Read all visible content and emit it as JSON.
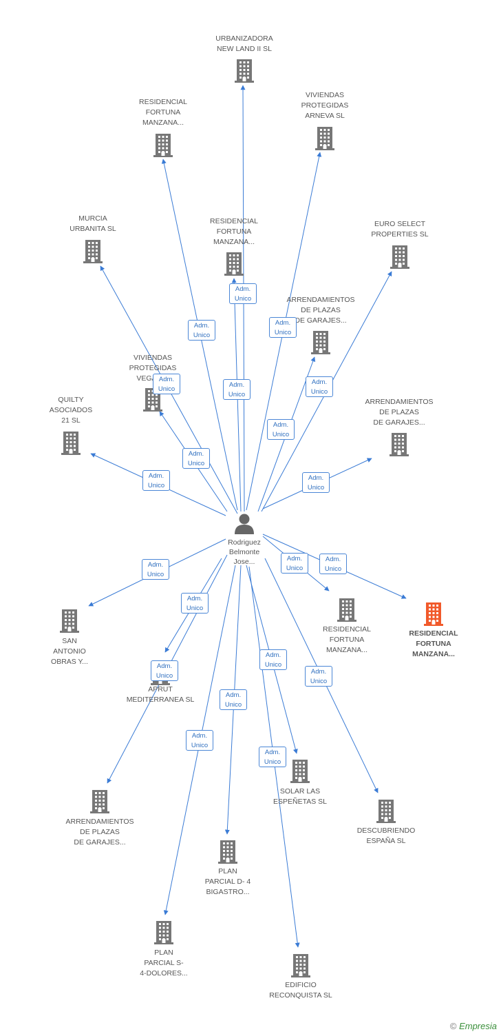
{
  "center": {
    "label_lines": [
      "Rodriguez",
      "Belmonte",
      "Jose..."
    ],
    "icon": "person-icon",
    "color": "#666666"
  },
  "edge_color": "#3a7bd5",
  "badge_text": [
    "Adm.",
    "Unico"
  ],
  "nodes": [
    {
      "id": "n1",
      "lines": [
        "URBANIZADORA",
        "NEW LAND II SL"
      ],
      "icon": "building-icon",
      "highlight": false
    },
    {
      "id": "n2",
      "lines": [
        "RESIDENCIAL",
        "FORTUNA",
        "MANZANA..."
      ],
      "icon": "building-icon",
      "highlight": false
    },
    {
      "id": "n3",
      "lines": [
        "VIVIENDAS",
        "PROTEGIDAS",
        "ARNEVA SL"
      ],
      "icon": "building-icon",
      "highlight": false
    },
    {
      "id": "n4",
      "lines": [
        "MURCIA",
        "URBANITA SL"
      ],
      "icon": "building-icon",
      "highlight": false
    },
    {
      "id": "n5",
      "lines": [
        "RESIDENCIAL",
        "FORTUNA",
        "MANZANA..."
      ],
      "icon": "building-icon",
      "highlight": false
    },
    {
      "id": "n6",
      "lines": [
        "EURO SELECT",
        "PROPERTIES SL"
      ],
      "icon": "building-icon",
      "highlight": false
    },
    {
      "id": "n7",
      "lines": [
        "ARRENDAMIENTOS",
        "DE PLAZAS",
        "DE GARAJES..."
      ],
      "icon": "building-icon",
      "highlight": false
    },
    {
      "id": "n8",
      "lines": [
        "VIVIENDAS",
        "PROTEGIDAS",
        "VEGA B..."
      ],
      "icon": "building-icon",
      "highlight": false
    },
    {
      "id": "n9",
      "lines": [
        "QUILTY",
        "ASOCIADOS",
        "21 SL"
      ],
      "icon": "building-icon",
      "highlight": false
    },
    {
      "id": "n10",
      "lines": [
        "ARRENDAMIENTOS",
        "DE PLAZAS",
        "DE GARAJES..."
      ],
      "icon": "building-icon",
      "highlight": false
    },
    {
      "id": "n11",
      "lines": [
        "SAN",
        "ANTONIO",
        "OBRAS Y..."
      ],
      "icon": "building-icon",
      "highlight": false
    },
    {
      "id": "n12",
      "lines": [
        "RESIDENCIAL",
        "FORTUNA",
        "MANZANA..."
      ],
      "icon": "building-icon",
      "highlight": false
    },
    {
      "id": "n13",
      "lines": [
        "RESIDENCIAL",
        "FORTUNA",
        "MANZANA..."
      ],
      "icon": "building-icon",
      "highlight": true
    },
    {
      "id": "n14",
      "lines": [
        "APRUT",
        "MEDITERRANEA SL"
      ],
      "icon": "building-icon",
      "highlight": false
    },
    {
      "id": "n15",
      "lines": [
        "ARRENDAMIENTOS",
        "DE PLAZAS",
        "DE GARAJES..."
      ],
      "icon": "building-icon",
      "highlight": false
    },
    {
      "id": "n16",
      "lines": [
        "SOLAR LAS",
        "ESPEÑETAS SL"
      ],
      "icon": "building-icon",
      "highlight": false
    },
    {
      "id": "n17",
      "lines": [
        "DESCUBRIENDO",
        "ESPAÑA SL"
      ],
      "icon": "building-icon",
      "highlight": false
    },
    {
      "id": "n18",
      "lines": [
        "PLAN",
        "PARCIAL D- 4",
        "BIGASTRO..."
      ],
      "icon": "building-icon",
      "highlight": false
    },
    {
      "id": "n19",
      "lines": [
        "PLAN",
        "PARCIAL S-",
        "4-DOLORES..."
      ],
      "icon": "building-icon",
      "highlight": false
    },
    {
      "id": "n20",
      "lines": [
        "EDIFICIO",
        "RECONQUISTA SL"
      ],
      "icon": "building-icon",
      "highlight": false
    }
  ],
  "colors": {
    "building": "#777777",
    "highlight": "#f15a2b",
    "badge_border": "#4a86d6",
    "badge_text": "#2f6fbf"
  },
  "footer": {
    "copyright": "©",
    "brand": "Empresia"
  }
}
